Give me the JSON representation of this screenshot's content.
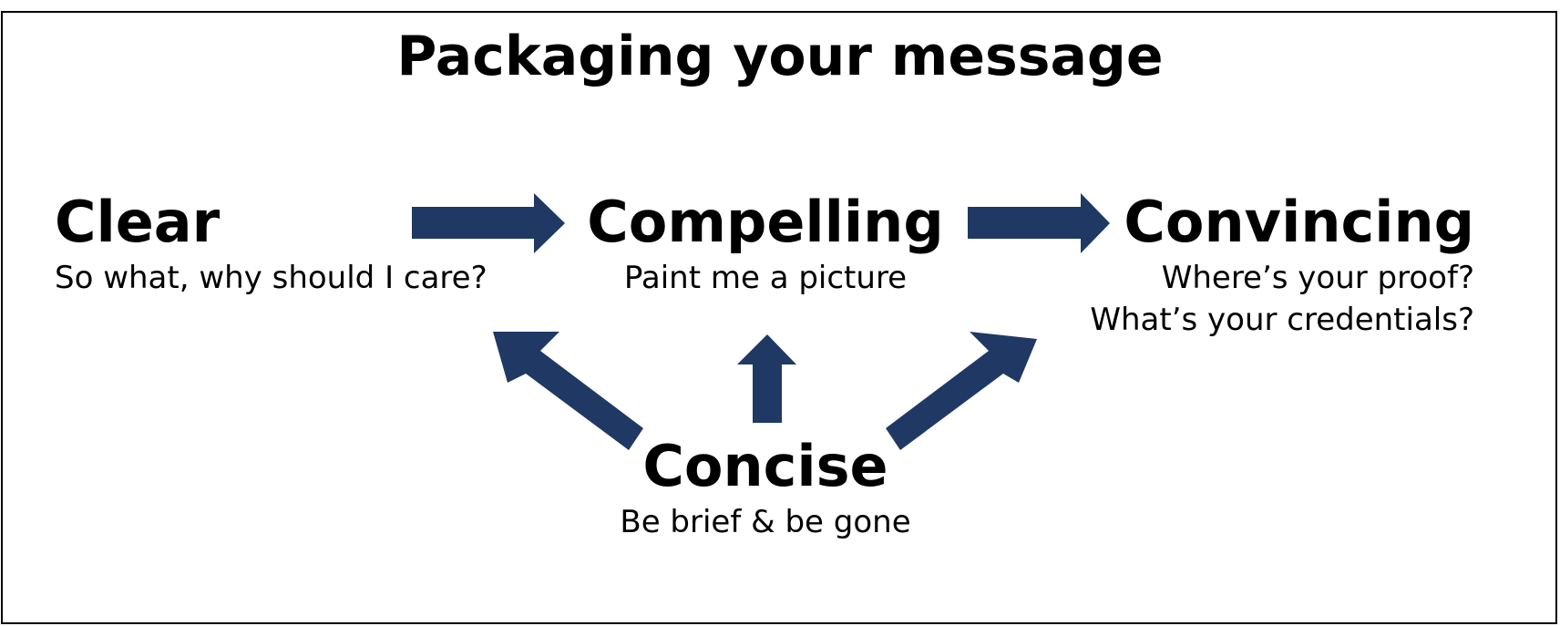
{
  "title": "Packaging your message",
  "colors": {
    "arrow": "#203864",
    "text": "#000000",
    "border": "#000000",
    "background": "#ffffff"
  },
  "nodes": {
    "clear": {
      "heading": "Clear",
      "lines": [
        "So what, why should I care?"
      ]
    },
    "compelling": {
      "heading": "Compelling",
      "lines": [
        "Paint me a picture"
      ]
    },
    "convincing": {
      "heading": "Convincing",
      "lines": [
        "Where’s your proof?",
        "What’s your credentials?"
      ]
    },
    "concise": {
      "heading": "Concise",
      "lines": [
        "Be brief & be gone"
      ]
    }
  }
}
